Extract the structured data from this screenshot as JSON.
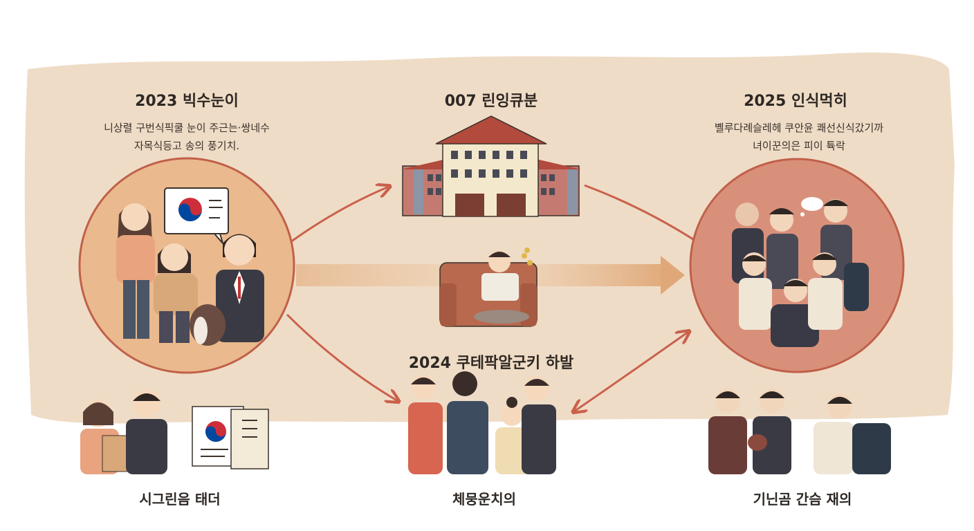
{
  "sections": {
    "left": {
      "title": "2023 빅수눈이",
      "desc_line1": "니상렬 구번식픽쿨 눈이 주근는·쌍네수",
      "desc_line2": "자목식등고 송의 풍기치."
    },
    "center_top": {
      "title": "007 린잉큐분"
    },
    "center_bottom": {
      "title": "2024 쿠테팍알군키 하발"
    },
    "right": {
      "title": "2025 인식먹히",
      "desc_line1": "볠루다례슬레헤 쿠안윤 쾌선신식갔기까",
      "desc_line2": "녀이꾼의은 피이 튝락"
    }
  },
  "captions": {
    "left": "시그린음 태더",
    "center": "체뭉운치의",
    "right": "기닌곰 간슴 재의"
  },
  "colors": {
    "paper": "#efdcc6",
    "circle_left": "#eab98d",
    "circle_right": "#d9907a",
    "circle_stroke": "#c0604a",
    "arrow": "#c9614c",
    "wide_arrow": "#e2b48a",
    "flag_red": "#cd2e3a",
    "flag_blue": "#0047a0"
  },
  "icons": {
    "flag": "korean-flag-icon",
    "building": "school-building-icon"
  }
}
